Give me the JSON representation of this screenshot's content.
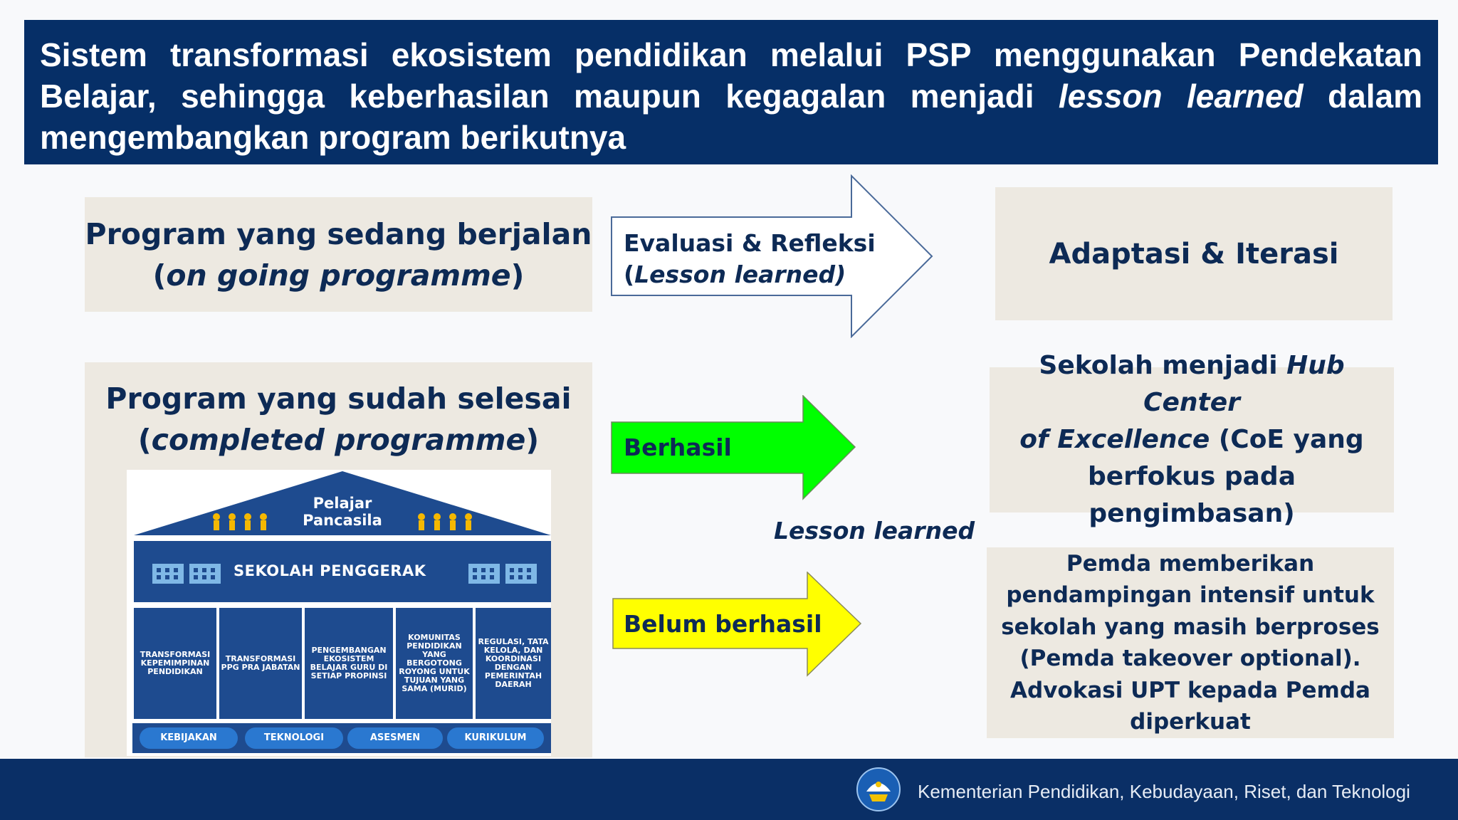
{
  "header": {
    "line1": "Sistem transformasi ekosistem pendidikan melalui PSP menggunakan Pendekatan",
    "line2_start": "Belajar, sehingga keberhasilan maupun kegagalan menjadi ",
    "line2_italic": "lesson learned",
    "line2_end": " dalam",
    "line3": "mengembangkan program berikutnya"
  },
  "ongoing": {
    "line1": "Program yang sedang berjalan",
    "line2_open": "(",
    "line2_italic": "on going programme",
    "line2_close": ")"
  },
  "completed": {
    "line1": "Program yang sudah selesai",
    "line2_open": "(",
    "line2_italic": "completed programme",
    "line2_close": ")"
  },
  "evaluasi_arrow": {
    "line1": "Evaluasi & Refleksi",
    "line2_open": "(",
    "line2_italic": "Lesson learned)",
    "fill": "#ffffff",
    "stroke": "#4a6a99"
  },
  "berhasil_arrow": {
    "label": "Berhasil",
    "fill": "#00ff00"
  },
  "belum_arrow": {
    "label": "Belum berhasil",
    "fill": "#ffff00"
  },
  "lesson_learned_label": "Lesson learned",
  "adaptasi": {
    "label": "Adaptasi & Iterasi"
  },
  "hub": {
    "l1_a": "Sekolah menjadi ",
    "l1_italic": "Hub Center",
    "l2_italic": "of Excellence",
    "l2_b": " (CoE yang",
    "l3": "berfokus pada pengimbasan)"
  },
  "pemda": {
    "lines": [
      "Pemda memberikan",
      "pendampingan intensif untuk",
      "sekolah yang masih berproses",
      "(Pemda takeover optional).",
      "Advokasi UPT kepada Pemda",
      "diperkuat"
    ]
  },
  "house": {
    "roof_line1": "Pelajar",
    "roof_line2": "Pancasila",
    "banner": "SEKOLAH PENGGERAK",
    "pillars": [
      "TRANSFORMASI KEPEMIMPINAN PENDIDIKAN",
      "TRANSFORMASI PPG PRA JABATAN",
      "PENGEMBANGAN EKOSISTEM BELAJAR GURU DI SETIAP PROPINSI",
      "KOMUNITAS PENDIDIKAN YANG BERGOTONG ROYONG UNTUK TUJUAN YANG SAMA (MURID)",
      "REGULASI, TATA KELOLA, DAN KOORDINASI DENGAN PEMERINTAH DAERAH"
    ],
    "foundation": [
      "KEBIJAKAN",
      "TEKNOLOGI",
      "ASESMEN",
      "KURIKULUM"
    ]
  },
  "footer": {
    "text": "Kementerian Pendidikan, Kebudayaan, Riset, dan Teknologi"
  },
  "colors": {
    "navy": "#062f67",
    "box_bg": "#ede9e1",
    "text_navy": "#0d2a55"
  }
}
